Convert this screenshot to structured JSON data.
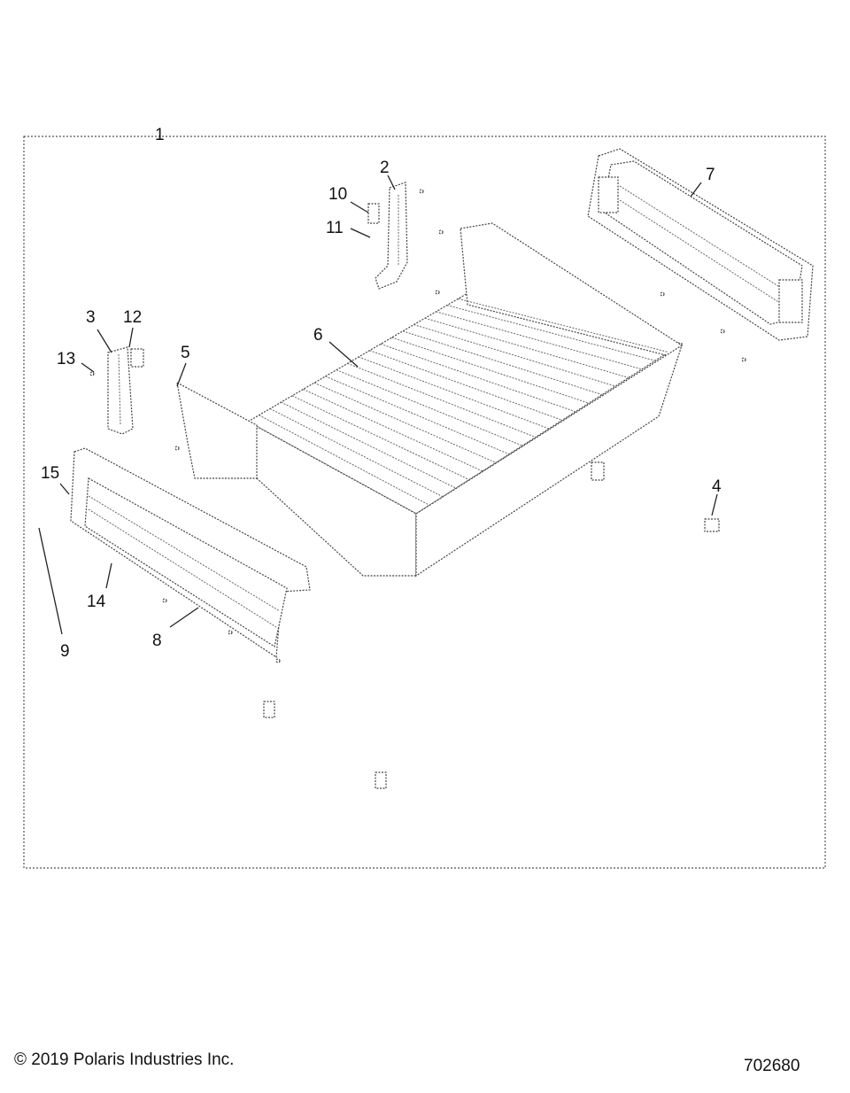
{
  "callouts": [
    {
      "label": "1"
    },
    {
      "label": "2"
    },
    {
      "label": "3"
    },
    {
      "label": "4"
    },
    {
      "label": "5"
    },
    {
      "label": "6"
    },
    {
      "label": "7"
    },
    {
      "label": "8"
    },
    {
      "label": "9"
    },
    {
      "label": "10"
    },
    {
      "label": "11"
    },
    {
      "label": "12"
    },
    {
      "label": "13"
    },
    {
      "label": "14"
    },
    {
      "label": "15"
    }
  ],
  "footer": {
    "copyright": "© 2019 Polaris Industries Inc.",
    "figure_number": "702680"
  },
  "colors": {
    "line": "#444444",
    "text": "#111111",
    "background": "#ffffff"
  }
}
